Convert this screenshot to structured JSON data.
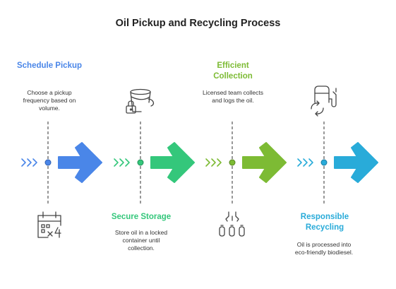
{
  "title": "Oil Pickup and Recycling Process",
  "steps": [
    {
      "heading": "Schedule Pickup",
      "description": "Choose a pickup frequency based on volume.",
      "icon": "calendar-icon",
      "color": "#4A86E8",
      "position": "top"
    },
    {
      "heading": "Secure Storage",
      "description": "Store oil in a locked container until collection.",
      "icon": "locked-bucket-icon",
      "color": "#34C77B",
      "position": "bottom"
    },
    {
      "heading": "Efficient Collection",
      "description": "Licensed team collects and logs the oil.",
      "icon": "dropper-vials-icon",
      "color": "#7DBB34",
      "position": "top"
    },
    {
      "heading": "Responsible Recycling",
      "description": "Oil is processed into eco-friendly biodiesel.",
      "icon": "fuel-recycle-icon",
      "color": "#29ABD9",
      "position": "bottom"
    }
  ]
}
